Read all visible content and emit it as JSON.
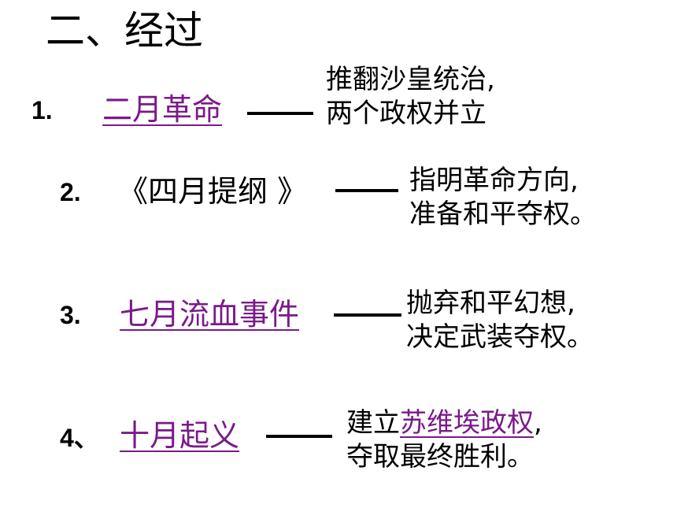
{
  "heading": "二、经过",
  "items": [
    {
      "number": "1.",
      "event": "二月革命",
      "event_is_link": true,
      "result_line1": "推翻沙皇统治,",
      "result_line2": "两个政权并立"
    },
    {
      "number": "2.",
      "event": "《四月提纲 》",
      "event_is_link": false,
      "result_line1": "指明革命方向,",
      "result_line2": "准备和平夺权。"
    },
    {
      "number": "3.",
      "event": "七月流血事件",
      "event_is_link": true,
      "result_line1": "抛弃和平幻想,",
      "result_line2": "决定武装夺权。"
    },
    {
      "number": "4、",
      "event": "十月起义",
      "event_is_link": true,
      "result_line1_prefix": "建立",
      "result_line1_link": "苏维埃政权",
      "result_line1_suffix": ",",
      "result_line2": "夺取最终胜利。"
    }
  ],
  "colors": {
    "link": "#7a1a8a",
    "text": "#000000",
    "background": "#ffffff"
  }
}
